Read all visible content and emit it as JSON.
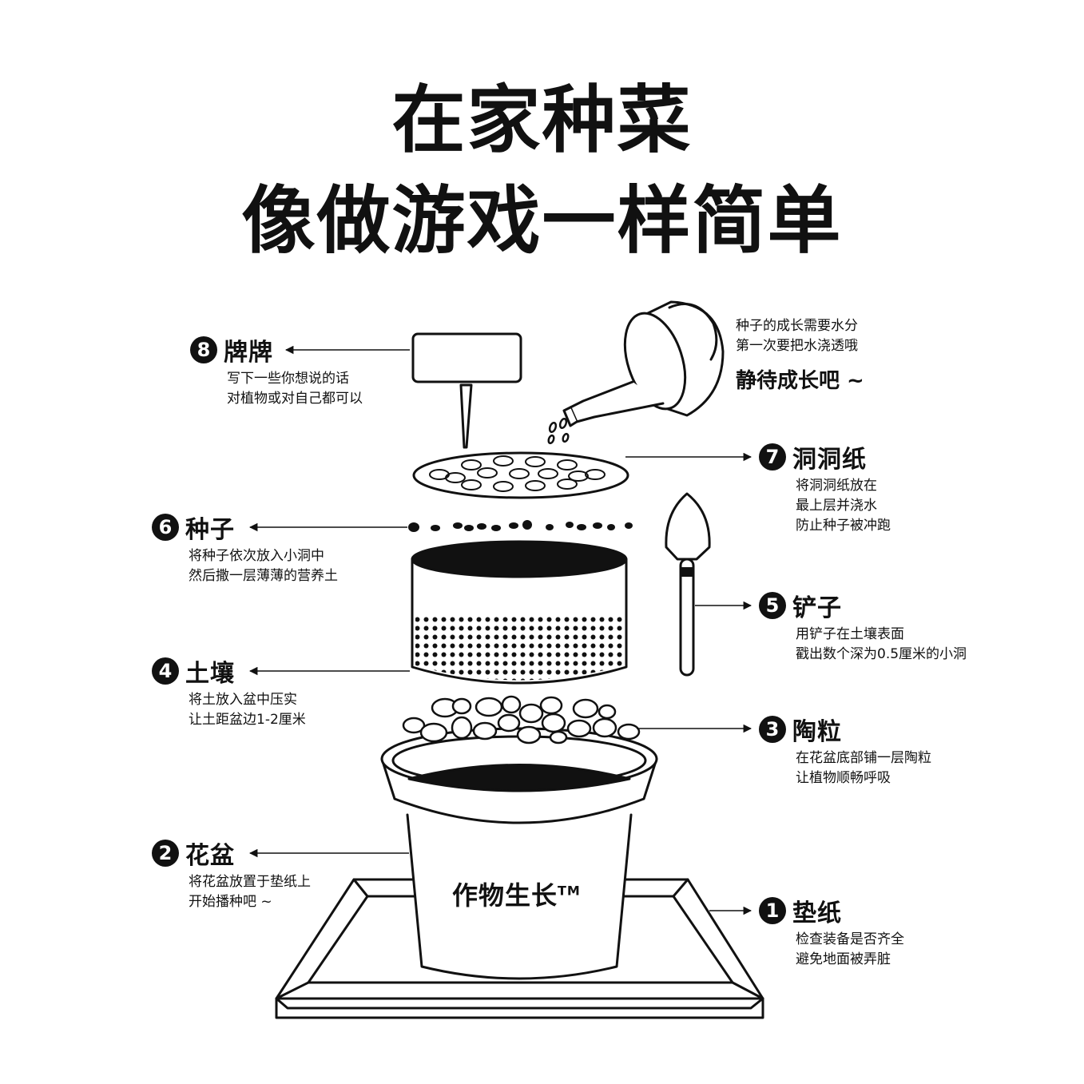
{
  "title": {
    "line1": "在家种菜",
    "line2": "像做游戏一样简单"
  },
  "watering_note": {
    "line1": "种子的成长需要水分",
    "line2": "第一次要把水浇透哦",
    "emphasis": "静待成长吧 ~"
  },
  "pot_brand": {
    "text": "作物生长",
    "tm": "TM"
  },
  "steps": [
    {
      "num": "1",
      "name": "垫纸",
      "desc1": "检查装备是否齐全",
      "desc2": "避免地面被弄脏"
    },
    {
      "num": "2",
      "name": "花盆",
      "desc1": "将花盆放置于垫纸上",
      "desc2": "开始播种吧 ~"
    },
    {
      "num": "3",
      "name": "陶粒",
      "desc1": "在花盆底部铺一层陶粒",
      "desc2": "让植物顺畅呼吸"
    },
    {
      "num": "4",
      "name": "土壤",
      "desc1": "将土放入盆中压实",
      "desc2": "让土距盆边1-2厘米"
    },
    {
      "num": "5",
      "name": "铲子",
      "desc1": "用铲子在土壤表面",
      "desc2": "戳出数个深为0.5厘米的小洞"
    },
    {
      "num": "6",
      "name": "种子",
      "desc1": "将种子依次放入小洞中",
      "desc2": "然后撒一层薄薄的营养土"
    },
    {
      "num": "7",
      "name": "洞洞纸",
      "desc1": "将洞洞纸放在",
      "desc2": "最上层并浇水",
      "desc3": "防止种子被冲跑"
    },
    {
      "num": "8",
      "name": "牌牌",
      "desc1": "写下一些你想说的话",
      "desc2": "对植物或对自己都可以"
    }
  ]
}
